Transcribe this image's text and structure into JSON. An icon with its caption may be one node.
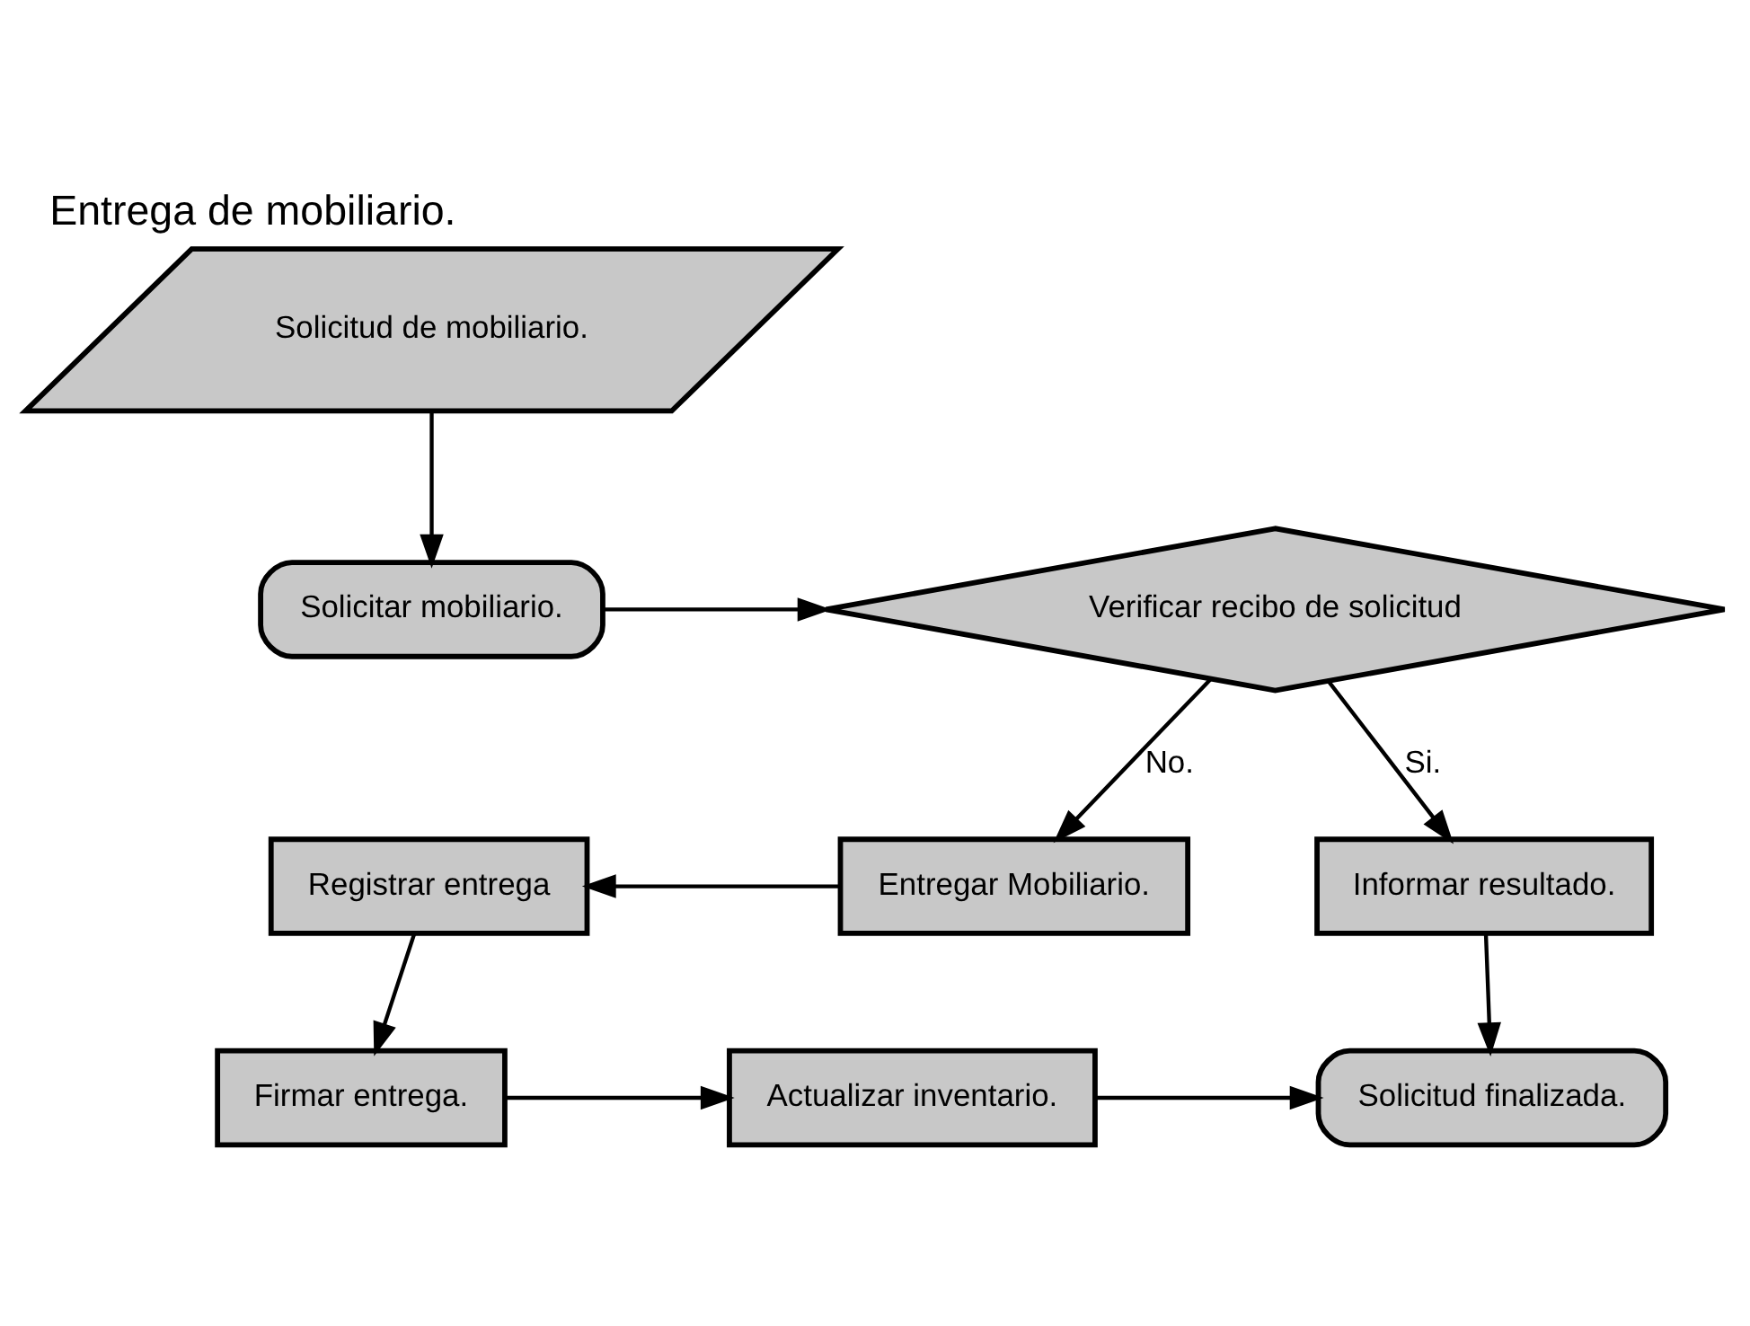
{
  "diagram": {
    "title": "Entrega de mobiliario.",
    "nodes": [
      {
        "text": [
          "Solicitud de mobiliario."
        ]
      },
      {
        "text": [
          "Solicitar mobiliario."
        ]
      },
      {
        "text": [
          "Verificar recibo de solicitud"
        ]
      },
      {
        "text": [
          "Informar resultado."
        ]
      },
      {
        "text": [
          "Entregar Mobiliario."
        ]
      },
      {
        "text": [
          "Registrar entrega"
        ]
      },
      {
        "text": [
          "Firmar entrega."
        ]
      },
      {
        "text": [
          "Actualizar inventario."
        ]
      },
      {
        "text": [
          "Solicitud finalizada."
        ]
      }
    ],
    "edges": [
      {
        "from": 0,
        "to": 1,
        "arrow": "to"
      },
      {
        "from": 1,
        "to": 2,
        "arrow": "to"
      },
      {
        "from": 2,
        "to": 3,
        "label": "Si.",
        "arrow": "to"
      },
      {
        "from": 2,
        "to": 4,
        "label": "No.",
        "arrow": "to"
      },
      {
        "from": 4,
        "to": 5,
        "arrow": "to"
      },
      {
        "from": 5,
        "to": 6,
        "arrow": "to"
      },
      {
        "from": 6,
        "to": 7,
        "arrow": "to"
      },
      {
        "from": 7,
        "to": 8,
        "arrow": "to"
      },
      {
        "from": 3,
        "to": 8,
        "arrow": "to"
      }
    ]
  }
}
